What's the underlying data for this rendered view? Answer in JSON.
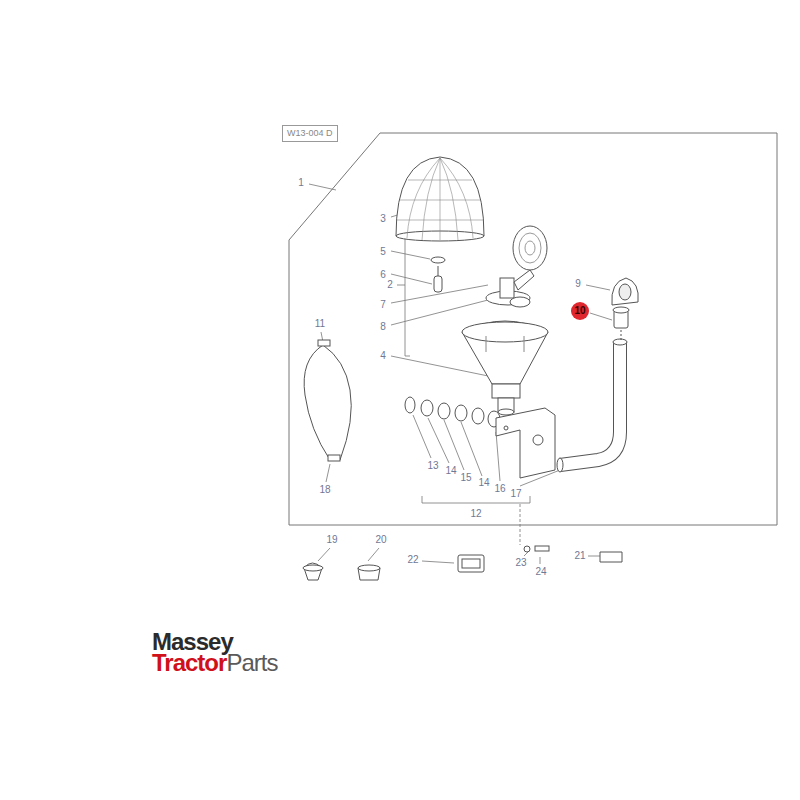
{
  "diagram": {
    "nodes": [
      {
        "text": [
          "W13-004 D"
        ]
      },
      {
        "text": [
          "10"
        ]
      }
    ],
    "labels": [
      "1",
      "2",
      "3",
      "5",
      "6",
      "7",
      "8",
      "4",
      "9",
      "11",
      "13",
      "14",
      "15",
      "14",
      "16",
      "17",
      "12",
      "18",
      "19",
      "20",
      "22",
      "23",
      "24",
      "21",
      "Massey",
      "Tractor",
      "Parts"
    ]
  }
}
